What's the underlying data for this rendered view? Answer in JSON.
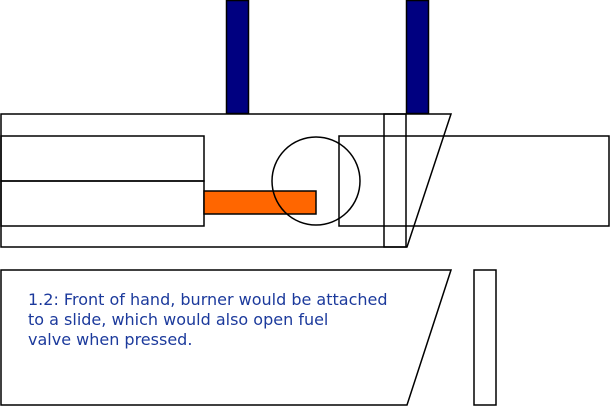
{
  "colors": {
    "rod": "#000080",
    "slide": "#ff6600",
    "outline": "#000000",
    "caption_text": "#1c3a9c",
    "background": "#ffffff"
  },
  "caption": {
    "lines": [
      "1.2: Front of hand, burner would be attached",
      "to a slide, which would also open fuel",
      "valve when pressed."
    ]
  }
}
